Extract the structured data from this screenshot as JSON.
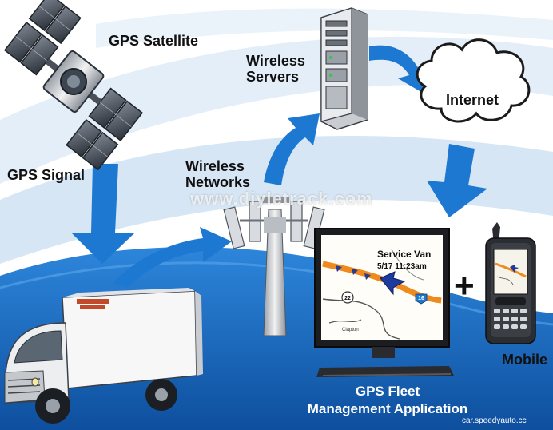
{
  "labels": {
    "gps_satellite": "GPS Satellite",
    "gps_signal": "GPS Signal",
    "wireless_networks_line1": "Wireless",
    "wireless_networks_line2": "Networks",
    "wireless_servers_line1": "Wireless",
    "wireless_servers_line2": "Servers",
    "internet": "Internet",
    "mobile": "Mobile",
    "app_line1": "GPS Fleet",
    "app_line2": "Management Application",
    "plus": "+"
  },
  "map": {
    "vehicle_name": "Service Van",
    "timestamp": "5/17 11:23am",
    "road_22": "22",
    "road_16": "16",
    "town": "Clapton"
  },
  "watermark": "www.diyletrack.com",
  "credit": "car.speedyauto.cc",
  "colors": {
    "sky_swoosh": "#d6e6f4",
    "ground_blue": "#1e6ec6",
    "arrow_blue": "#1d78d2",
    "route_orange": "#ef8a1e"
  }
}
